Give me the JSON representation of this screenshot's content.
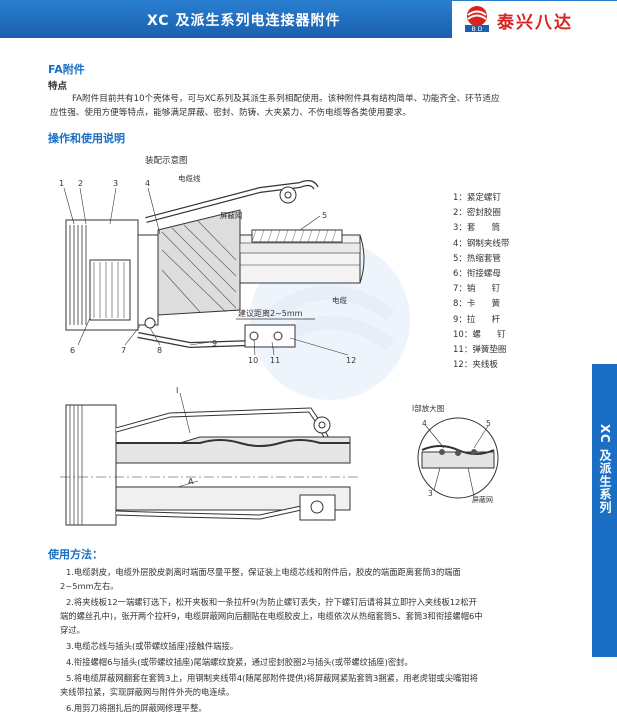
{
  "header": {
    "title": "XC 及派生系列电连接器附件",
    "brand": "泰兴八达",
    "logo_text": "B D"
  },
  "fa": {
    "title": "FA附件",
    "features_label": "特点",
    "features_line1": "FA附件目前共有10个壳体号，可与XC系列及其派生系列相配使用。该种附件具有结构简单、功能齐全、环节适应",
    "features_line2": "应性强、使用方便等特点，能够满足屏蔽、密封、防铸、大夹紧力、不伤电缆等各类使用要求。"
  },
  "ops_title": "操作和使用说明",
  "diagram": {
    "assembly_label": "装配示意图",
    "cable_core_label": "电缆线",
    "shield_label": "屏蔽网",
    "cable_label": "电缆",
    "distance_label": "建议距离2~5mm",
    "detail_title": "I部放大图",
    "detail_shield": "屏蔽网",
    "section_I": "I",
    "section_A": "A",
    "callouts_left": [
      "1",
      "2",
      "3",
      "4",
      "5",
      "6",
      "7",
      "8",
      "9",
      "10",
      "11",
      "12"
    ],
    "detail_callouts": [
      "4",
      "5",
      "3"
    ]
  },
  "legend": [
    "1：紧定螺钉",
    "2：密封胶圈",
    "3：套      筒",
    "4：钢制夹线带",
    "5：热缩套管",
    "6：衔接螺母",
    "7：销      钉",
    "8：卡      簧",
    "9：拉      杆",
    "10：螺      钉",
    "11：弹簧垫圈",
    "12：夹线板"
  ],
  "usage": {
    "title": "使用方法：",
    "lines": [
      "1.电缆剥皮，电缆外层胶皮剥离时端面尽量平整，保证装上电缆芯线和附件后，胶皮的端面距离套筒3的端面",
      "2~5mm左右。",
      "2.将夹线板12一端螺钉选下，松开夹板和一条拉杆9(为防止螺钉丢失，拧下螺钉后请将其立即拧入夹线板12松开",
      "端的螺丝孔中)，张开两个拉杆9，电缆屏蔽网向后翻贴在电缆胶皮上，电缆依次从热缩套筒5、套筒3和衔接螺帽6中",
      "穿过。",
      "3.电缆芯线与插头(或带螺纹插座)接触件端接。",
      "4.衔接螺帽6与插头(或带螺纹插座)尾端螺纹旋紧，通过密封胶圈2与插头(或带螺纹插座)密封。",
      "5.将电缆屏蔽网翻套在套筒3上，用钢制夹线带4(随尾部附件提供)将屏蔽网紧贴套筒3捆紧，用老虎钳或尖嘴钳将",
      "夹线带拉紧，实现屏蔽网与附件外壳的电连续。",
      "6.用剪刀将捆扎后的屏蔽网修理平整。"
    ]
  },
  "side_tab": "XC 及派生系列",
  "colors": {
    "header": "#1f6bbf",
    "accent": "#1a6fc4",
    "brand": "#d8231f"
  }
}
